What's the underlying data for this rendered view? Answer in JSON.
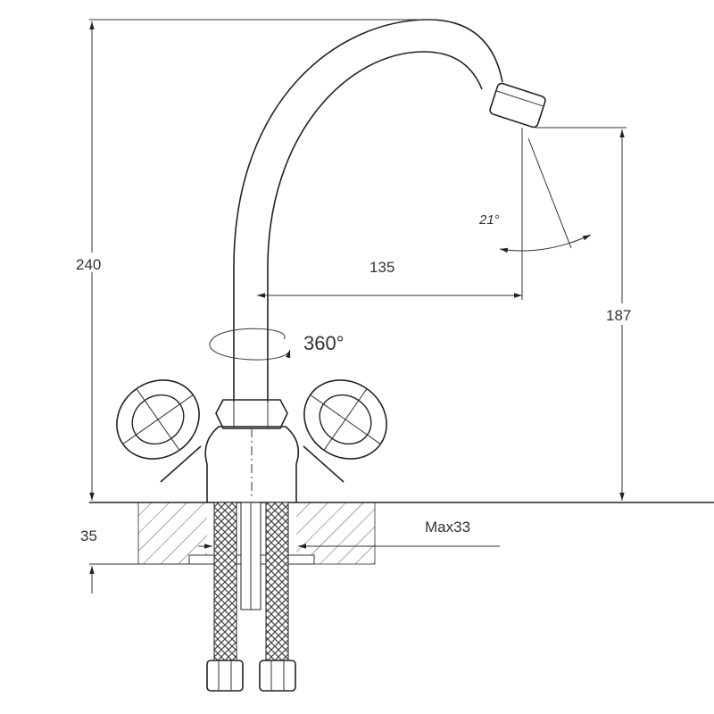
{
  "drawing": {
    "title": "Faucet dimension drawing",
    "dimensions": {
      "total_height": "240",
      "spout_reach": "135",
      "spout_height": "187",
      "rotation": "360°",
      "spray_angle": "21°",
      "base_height": "35",
      "max_counter_thickness": "Max33"
    }
  }
}
